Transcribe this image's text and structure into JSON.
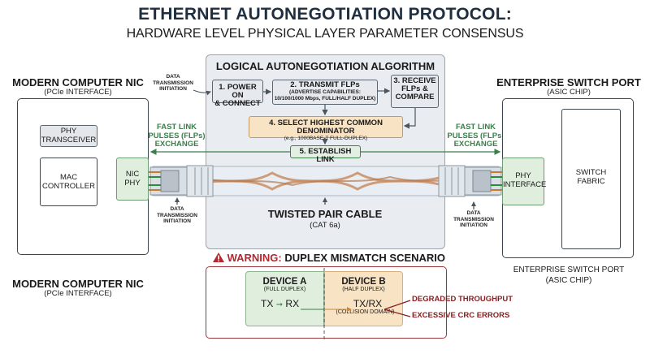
{
  "header": {
    "title": "ETHERNET AUTONEGOTIATION PROTOCOL:",
    "subtitle": "HARDWARE LEVEL PHYSICAL LAYER PARAMETER CONSENSUS"
  },
  "algorithm": {
    "title": "LOGICAL AUTONEGOTIATION ALGORITHM",
    "steps": [
      {
        "label": "1. POWER ON",
        "label2": "& CONNECT"
      },
      {
        "label": "2. TRANSMIT FLPs",
        "sub1": "(ADVERTISE CAPABILITIES:",
        "sub2": "10/100/1000 Mbps, FULL/HALF DUPLEX)"
      },
      {
        "label": "3. RECEIVE",
        "label2": "FLPs &",
        "label3": "COMPARE"
      },
      {
        "label": "4. SELECT HIGHEST COMMON DENOMINATOR",
        "sub1": "(e.g., 1000BASE-T FULL-DUPLEX)"
      },
      {
        "label": "5. ESTABLISH LINK"
      }
    ],
    "initiation_note": [
      "DATA",
      "TRANSMISSION",
      "INITIATION"
    ]
  },
  "nic": {
    "title": "MODERN COMPUTER NIC",
    "subtitle": "(PCIe INTERFACE)",
    "phy_transceiver": [
      "PHY",
      "TRANSCEIVER"
    ],
    "mac_controller": [
      "MAC",
      "CONTROLLER"
    ],
    "nic_phy": [
      "NIC",
      "PHY"
    ]
  },
  "switch": {
    "title": "ENTERPRISE SWITCH PORT",
    "subtitle": "(ASIC CHIP)",
    "phy_interface": [
      "PHY",
      "INTERFACE"
    ],
    "fabric": [
      "SWITCH",
      "FABRIC"
    ]
  },
  "flp_exchange": [
    "FAST LINK",
    "PULSES (FLPs)",
    "EXCHANGE"
  ],
  "data_initiation": [
    "DATA",
    "TRANSMISSION",
    "INITIATION"
  ],
  "cable": {
    "title": "TWISTED PAIR CABLE",
    "subtitle": "(CAT 6a)"
  },
  "warning": {
    "prefix": "WARNING:",
    "title": "DUPLEX MISMATCH SCENARIO",
    "device_a": {
      "title": "DEVICE A",
      "mode": "(FULL DUPLEX)",
      "tx": "TX",
      "rx": "RX"
    },
    "device_b": {
      "title": "DEVICE B",
      "mode": "(HALF DUPLEX)",
      "txrx": "TX/RX",
      "domain": "(COLLISION DOMAIN)"
    },
    "errors": [
      "DEGRADED THROUGHPUT",
      "EXCESSIVE CRC ERRORS"
    ]
  },
  "colors": {
    "title": "#1f2f3f",
    "flp_green": "#3a7f4a",
    "warning_red": "#b2282e",
    "step4_fill": "#f8e3c4",
    "phy_fill": "#dfeedd"
  }
}
